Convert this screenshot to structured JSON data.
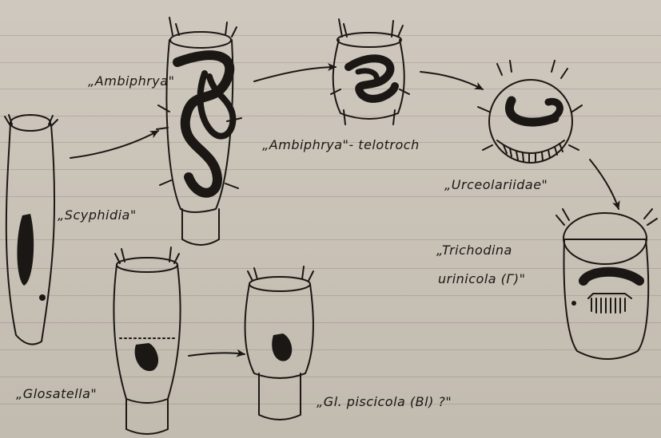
{
  "labels": {
    "ambiphrya": "„Ambiphrya\"",
    "ambiphrya_telotroch": "„Ambiphrya\"- telotroch",
    "urceolariidae": "„Urceolariidae\"",
    "scyphidia": "„Scyphidia\"",
    "trichodina_line1": "„Trichodina",
    "trichodina_line2": "urinicola (Γ)\"",
    "glosatella": "„Glosatella\"",
    "gl_piscicola": "„Gl. piscicola (Bl) ?\""
  },
  "colors": {
    "ink": "#1a1714",
    "paper": "#cbc4ba"
  }
}
